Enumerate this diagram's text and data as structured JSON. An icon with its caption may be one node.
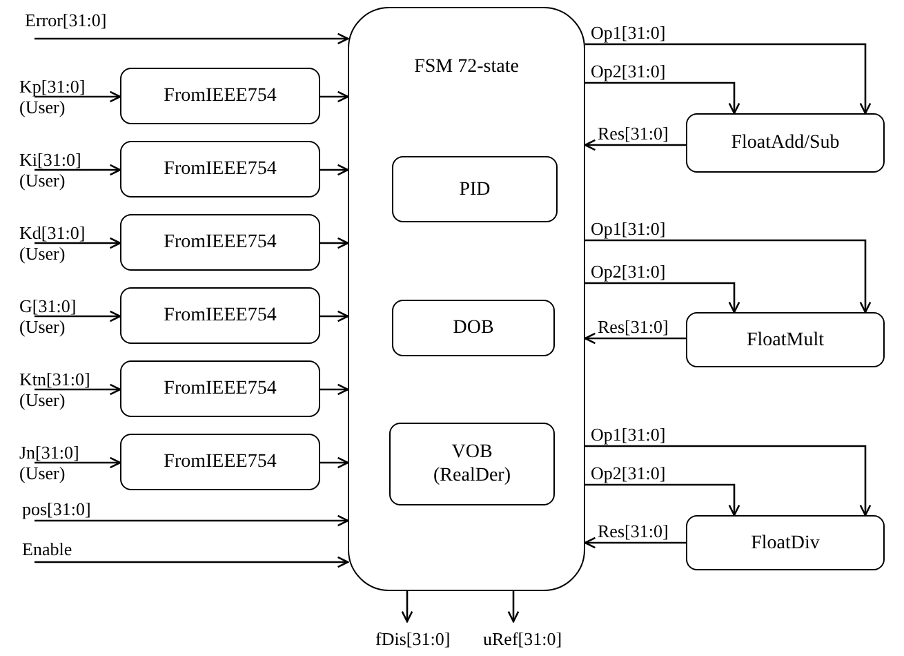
{
  "diagram": {
    "nodes": [
      {
        "text": [
          "FSM 72-state"
        ]
      },
      {
        "text": [
          "PID"
        ],
        "in": 0
      },
      {
        "text": [
          "DOB"
        ],
        "in": 0
      },
      {
        "text": [
          "VOB (RealDer)"
        ],
        "in": 0
      },
      {
        "text": [
          "FromIEEE754"
        ]
      },
      {
        "text": [
          "FromIEEE754"
        ]
      },
      {
        "text": [
          "FromIEEE754"
        ]
      },
      {
        "text": [
          "FromIEEE754"
        ]
      },
      {
        "text": [
          "FromIEEE754"
        ]
      },
      {
        "text": [
          "FromIEEE754"
        ]
      },
      {
        "text": [
          "FloatAdd/Sub"
        ]
      },
      {
        "text": [
          "FloatMult"
        ]
      },
      {
        "text": [
          "FloatDiv"
        ]
      }
    ],
    "edges": [
      {
        "from": null,
        "to": 0,
        "arrow": "to",
        "label": "Error[31:0]"
      },
      {
        "from": null,
        "to": 4,
        "arrow": "to",
        "label": "Kp[31:0] (User)"
      },
      {
        "from": 4,
        "to": 0,
        "arrow": "to"
      },
      {
        "from": null,
        "to": 5,
        "arrow": "to",
        "label": "Ki[31:0] (User)"
      },
      {
        "from": 5,
        "to": 0,
        "arrow": "to"
      },
      {
        "from": null,
        "to": 6,
        "arrow": "to",
        "label": "Kd[31:0] (User)"
      },
      {
        "from": 6,
        "to": 0,
        "arrow": "to"
      },
      {
        "from": null,
        "to": 7,
        "arrow": "to",
        "label": "G[31:0] (User)"
      },
      {
        "from": 7,
        "to": 0,
        "arrow": "to"
      },
      {
        "from": null,
        "to": 8,
        "arrow": "to",
        "label": "Ktn[31:0] (User)"
      },
      {
        "from": 8,
        "to": 0,
        "arrow": "to"
      },
      {
        "from": null,
        "to": 9,
        "arrow": "to",
        "label": "Jn[31:0] (User)"
      },
      {
        "from": 9,
        "to": 0,
        "arrow": "to"
      },
      {
        "from": null,
        "to": 0,
        "arrow": "to",
        "label": "pos[31:0]"
      },
      {
        "from": null,
        "to": 0,
        "arrow": "to",
        "label": "Enable"
      },
      {
        "from": 0,
        "to": 10,
        "arrow": "to",
        "label": "Op1[31:0]"
      },
      {
        "from": 0,
        "to": 10,
        "arrow": "to",
        "label": "Op2[31:0]"
      },
      {
        "from": 10,
        "to": 0,
        "arrow": "to",
        "label": "Res[31:0]"
      },
      {
        "from": 0,
        "to": 11,
        "arrow": "to",
        "label": "Op1[31:0]"
      },
      {
        "from": 0,
        "to": 11,
        "arrow": "to",
        "label": "Op2[31:0]"
      },
      {
        "from": 11,
        "to": 0,
        "arrow": "to",
        "label": "Res[31:0]"
      },
      {
        "from": 0,
        "to": 12,
        "arrow": "to",
        "label": "Op1[31:0]"
      },
      {
        "from": 0,
        "to": 12,
        "arrow": "to",
        "label": "Op2[31:0]"
      },
      {
        "from": 12,
        "to": 0,
        "arrow": "to",
        "label": "Res[31:0]"
      },
      {
        "from": 0,
        "to": null,
        "arrow": "to",
        "label": "fDis[31:0]"
      },
      {
        "from": 0,
        "to": null,
        "arrow": "to",
        "label": "uRef[31:0]"
      }
    ]
  }
}
